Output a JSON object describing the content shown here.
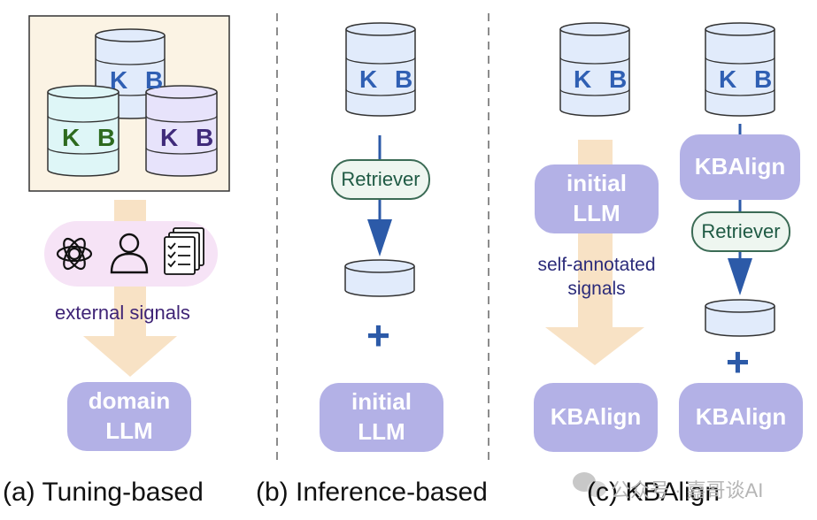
{
  "colors": {
    "kb_blue": "#2f5fb3",
    "kb_green": "#2d6a1f",
    "kb_purple": "#3f2a7a",
    "pill_purple": "#b3b1e6",
    "arrow_peach": "#f8e2c5",
    "arrow_blue": "#2c5aa8",
    "signals_text": "#3f2476",
    "annotated_text": "#2b2b7a"
  },
  "panel_a": {
    "kb_top": "K B",
    "kb_left": "K B",
    "kb_right": "K B",
    "icons": [
      "openai-icon",
      "person-icon",
      "checklist-icon"
    ],
    "signals_label": "external signals",
    "llm_label": "domain\nLLM",
    "caption": "(a) Tuning-based"
  },
  "panel_b": {
    "kb": "K B",
    "retriever": "Retriever",
    "plus": "+",
    "llm_label": "initial\nLLM",
    "caption": "(b) Inference-based"
  },
  "panel_c": {
    "kb_left": "K B",
    "kb_right": "K B",
    "initial_llm": "initial\nLLM",
    "annotated": "self-annotated\nsignals",
    "kbalign_top": "KBAlign",
    "retriever": "Retriever",
    "plus": "+",
    "kbalign_left": "KBAlign",
    "kbalign_right": "KBAlign",
    "caption": "(c) KBAlign"
  },
  "watermark": {
    "text": "公众号 · 嘉哥谈AI",
    "icon": "wechat-icon"
  }
}
